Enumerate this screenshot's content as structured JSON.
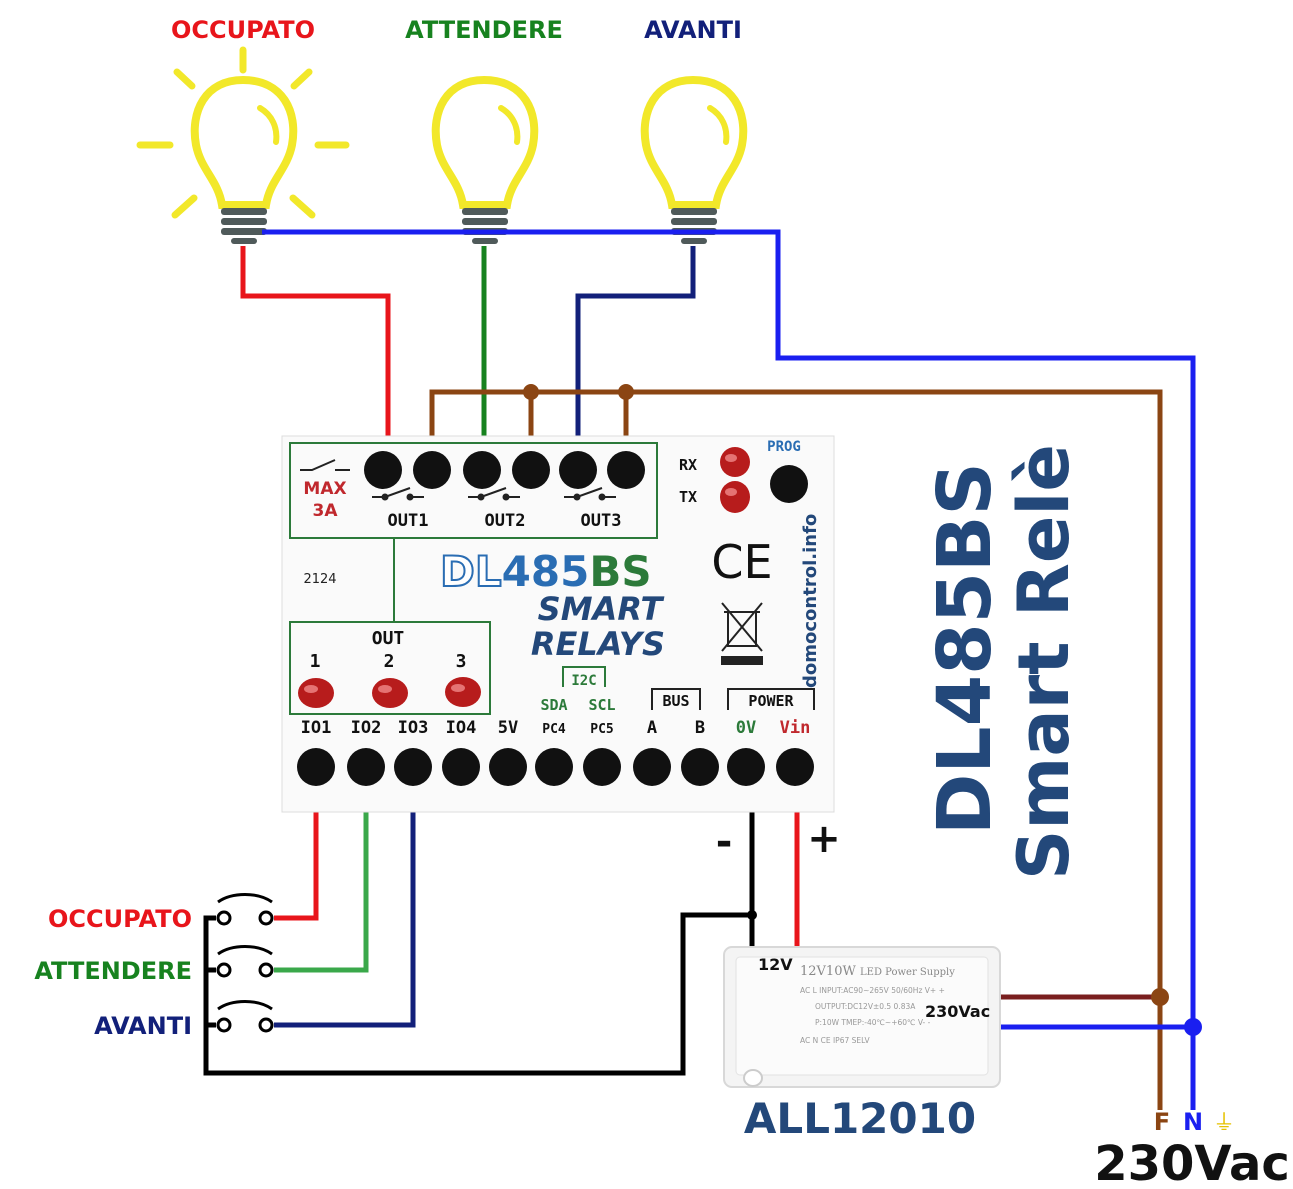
{
  "lamps": [
    {
      "label": "OCCUPATO",
      "color": "#e8151b",
      "lit": true
    },
    {
      "label": "ATTENDERE",
      "color": "#17821f",
      "lit": false
    },
    {
      "label": "AVANTI",
      "color": "#12207a",
      "lit": false
    }
  ],
  "switches": [
    {
      "label": "OCCUPATO",
      "color": "#e8151b"
    },
    {
      "label": "ATTENDERE",
      "color": "#17821f"
    },
    {
      "label": "AVANTI",
      "color": "#12207a"
    }
  ],
  "module": {
    "max_label": "MAX",
    "max_value": "3A",
    "outputs": [
      "OUT1",
      "OUT2",
      "OUT3"
    ],
    "rx": "RX",
    "tx": "TX",
    "prog": "PROG",
    "serial": "2124",
    "brand_dl": "DL",
    "brand_485": "485",
    "brand_bs": "BS",
    "smart": "SMART",
    "relays": "RELAYS",
    "ce": "CE",
    "website": "domocontrol.info",
    "out_box_title": "OUT",
    "out_leds": [
      "1",
      "2",
      "3"
    ],
    "i2c": "I2C",
    "sda": "SDA",
    "scl": "SCL",
    "bus": "BUS",
    "power": "POWER",
    "terminals_top": [
      "IO1",
      "IO2",
      "IO3",
      "IO4",
      "5V",
      "PC4",
      "PC5",
      "A",
      "B",
      "0V",
      "Vin"
    ],
    "terminal_sub": [
      "",
      "",
      "",
      "",
      "",
      "",
      "",
      "",
      "",
      "",
      ""
    ]
  },
  "polarity": {
    "minus": "-",
    "plus": "+"
  },
  "side_title": {
    "line1": "DL485BS",
    "line2": "Smart Relè"
  },
  "psu": {
    "name": "ALL12010",
    "out_label": "12V",
    "in_label": "230Vac",
    "print_title": "12V10W",
    "print_sub": "LED Power Supply",
    "print_line1": "AC L  INPUT:AC90~265V 50/60Hz  V+ +",
    "print_line2": "OUTPUT:DC12V±0.5  0.83A",
    "print_line3": "P:10W  TMEP:-40℃~+60℃  V- -",
    "print_line4": "AC N   CE    IP67   SELV"
  },
  "mains": {
    "f": "F",
    "n": "N",
    "earth": "⏚",
    "voltage": "230Vac"
  },
  "colors": {
    "red": "#e8151b",
    "green": "#17821f",
    "green_light": "#3aa84a",
    "blue": "#1a1ff0",
    "navy": "#12207a",
    "brown": "#8b4513",
    "dark_brown": "#7a1f1f",
    "black": "#000000",
    "bulb": "#f2e82a",
    "title_blue": "#23487a"
  }
}
